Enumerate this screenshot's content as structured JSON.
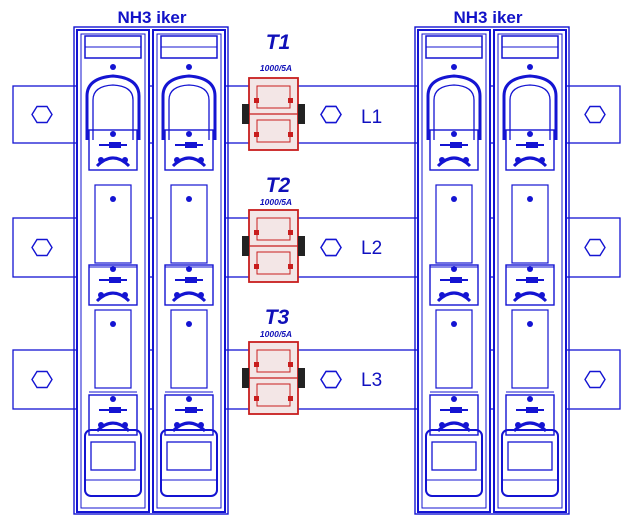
{
  "headers": {
    "left": "NH3 iker",
    "right": "NH3 iker"
  },
  "transformers": [
    {
      "name": "T1",
      "ratio": "1000/5A",
      "phase": "L1"
    },
    {
      "name": "T2",
      "ratio": "1000/5A",
      "phase": "L2"
    },
    {
      "name": "T3",
      "ratio": "1000/5A",
      "phase": "L3"
    }
  ],
  "colors": {
    "drawing": "#1414d2",
    "transformer_body": "#c81e1e",
    "transformer_fill": "#f3e6e6",
    "clamp": "#222222",
    "background": "#ffffff"
  }
}
